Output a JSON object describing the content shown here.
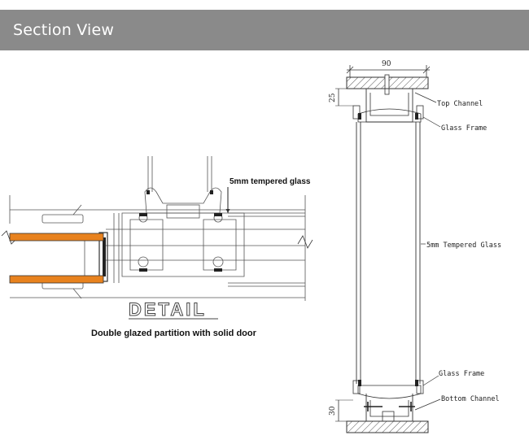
{
  "header": {
    "title": "Section View"
  },
  "detail": {
    "heading": "DETAIL",
    "caption": "Double glazed partition with solid door",
    "glass_label": "5mm tempered glass"
  },
  "section": {
    "dim_width": "90",
    "dim_top": "25",
    "dim_bottom": "30",
    "labels": {
      "top_channel": "Top Channel",
      "glass_frame_top": "Glass Frame",
      "tempered_glass": "5mm Tempered Glass",
      "glass_frame_bottom": "Glass Frame",
      "bottom_channel": "Bottom Channel"
    }
  },
  "colors": {
    "header_bg": "#8a8a8a",
    "door_panel": "#e8821e",
    "line": "#333333"
  }
}
